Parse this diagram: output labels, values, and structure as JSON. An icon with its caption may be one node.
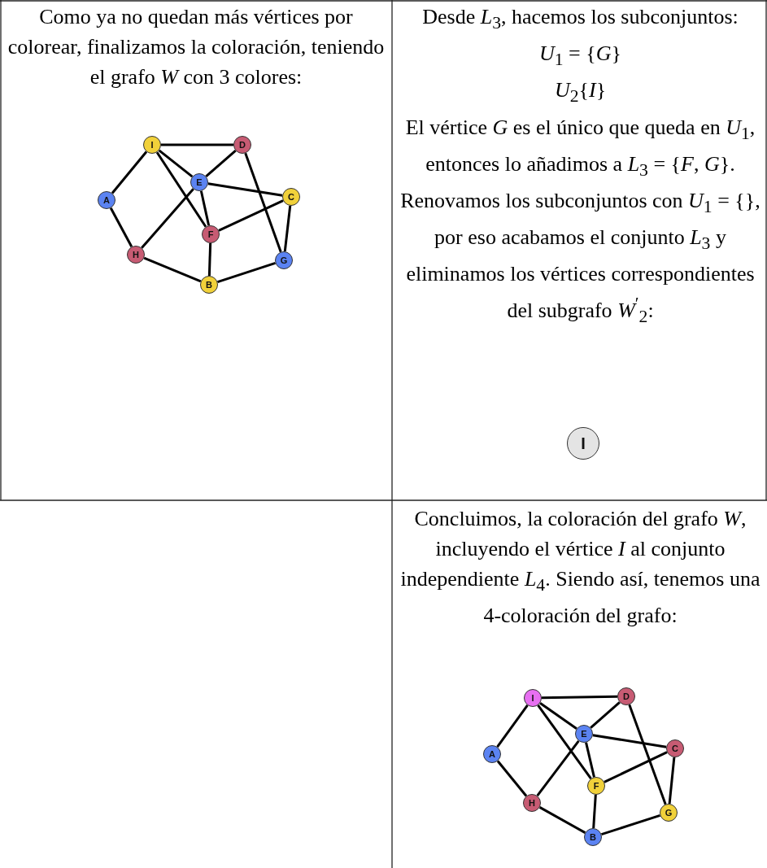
{
  "diagram": {
    "nodes": [
      {
        "text": [
          "I"
        ]
      },
      {
        "text": [
          "D"
        ]
      },
      {
        "text": [
          "E"
        ]
      },
      {
        "text": [
          "A"
        ]
      },
      {
        "text": [
          "C"
        ]
      },
      {
        "text": [
          "F"
        ]
      },
      {
        "text": [
          "H"
        ]
      },
      {
        "text": [
          "G"
        ]
      },
      {
        "text": [
          "B"
        ]
      },
      {
        "text": [
          "I"
        ]
      },
      {
        "text": [
          "I"
        ]
      },
      {
        "text": [
          "D"
        ]
      },
      {
        "text": [
          "E"
        ]
      },
      {
        "text": [
          "A"
        ]
      },
      {
        "text": [
          "C"
        ]
      },
      {
        "text": [
          "F"
        ]
      },
      {
        "text": [
          "H"
        ]
      },
      {
        "text": [
          "G"
        ]
      },
      {
        "text": [
          "B"
        ]
      }
    ],
    "edges": [
      {
        "from": 0,
        "to": 1,
        "arrow": "none"
      },
      {
        "from": 0,
        "to": 3,
        "arrow": "none"
      },
      {
        "from": 0,
        "to": 2,
        "arrow": "none"
      },
      {
        "from": 0,
        "to": 5,
        "arrow": "none"
      },
      {
        "from": 1,
        "to": 2,
        "arrow": "none"
      },
      {
        "from": 1,
        "to": 7,
        "arrow": "none"
      },
      {
        "from": 2,
        "to": 4,
        "arrow": "none"
      },
      {
        "from": 2,
        "to": 5,
        "arrow": "none"
      },
      {
        "from": 2,
        "to": 6,
        "arrow": "none"
      },
      {
        "from": 4,
        "to": 5,
        "arrow": "none"
      },
      {
        "from": 4,
        "to": 7,
        "arrow": "none"
      },
      {
        "from": 3,
        "to": 6,
        "arrow": "none"
      },
      {
        "from": 6,
        "to": 8,
        "arrow": "none"
      },
      {
        "from": 5,
        "to": 8,
        "arrow": "none"
      },
      {
        "from": 8,
        "to": 7,
        "arrow": "none"
      },
      {
        "from": 10,
        "to": 11,
        "arrow": "none"
      },
      {
        "from": 10,
        "to": 13,
        "arrow": "none"
      },
      {
        "from": 10,
        "to": 12,
        "arrow": "none"
      },
      {
        "from": 10,
        "to": 15,
        "arrow": "none"
      },
      {
        "from": 11,
        "to": 12,
        "arrow": "none"
      },
      {
        "from": 11,
        "to": 17,
        "arrow": "none"
      },
      {
        "from": 12,
        "to": 14,
        "arrow": "none"
      },
      {
        "from": 12,
        "to": 15,
        "arrow": "none"
      },
      {
        "from": 12,
        "to": 16,
        "arrow": "none"
      },
      {
        "from": 14,
        "to": 15,
        "arrow": "none"
      },
      {
        "from": 14,
        "to": 17,
        "arrow": "none"
      },
      {
        "from": 13,
        "to": 16,
        "arrow": "none"
      },
      {
        "from": 16,
        "to": 18,
        "arrow": "none"
      },
      {
        "from": 15,
        "to": 18,
        "arrow": "none"
      },
      {
        "from": 18,
        "to": 17,
        "arrow": "none"
      }
    ],
    "labels": [
      "Como ya no quedan más vértices por colorear, finalizamos la coloración, teniendo el grafo *W* con 3 colores:",
      "Desde *L*$_{3}$, hacemos los subconjuntos:",
      "*U*$_{1}$ = {*G*}",
      "*U*$_{2}${*I*}",
      "El vértice *G* es el único que queda en *U*$_{1}$, entonces lo añadimos a *L*$_{3}$ = {*F*, *G*}. Renovamos los subconjuntos con *U*$_{1}$ = {}, por eso acabamos el conjunto *L*$_{3}$ y eliminamos los vértices correspondientes del subgrafo *W*$^{′}$$_{2}$:",
      "Concluimos, la coloración del grafo *W*, incluyendo el vértice *I* al conjunto independiente *L*$_{4}$. Siendo así, tenemos una 4-coloración del grafo:"
    ]
  }
}
